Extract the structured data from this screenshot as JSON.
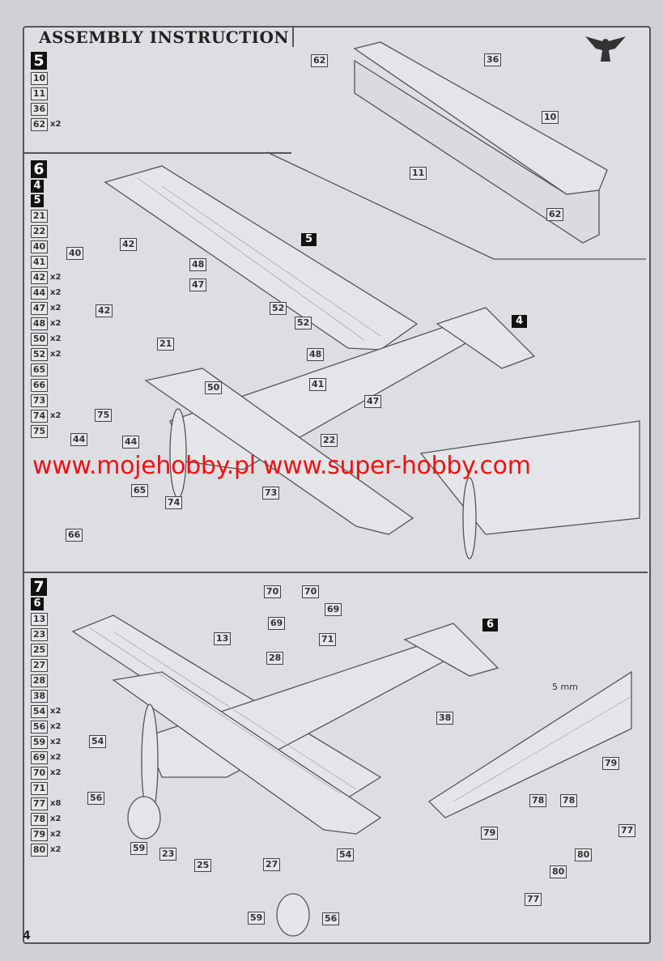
{
  "header": {
    "title": "ASSEMBLY INSTRUCTION",
    "page_number": "4"
  },
  "watermark": "www.mojehobby.pl www.super-hobby.com",
  "steps": [
    {
      "number": "5",
      "refs": [],
      "parts": [
        {
          "num": "10",
          "qty": ""
        },
        {
          "num": "11",
          "qty": ""
        },
        {
          "num": "36",
          "qty": ""
        },
        {
          "num": "62",
          "qty": "x2"
        }
      ],
      "callouts": [
        "62",
        "36",
        "10",
        "11",
        "62"
      ]
    },
    {
      "number": "6",
      "refs": [
        "4",
        "5"
      ],
      "parts": [
        {
          "num": "21",
          "qty": ""
        },
        {
          "num": "22",
          "qty": ""
        },
        {
          "num": "40",
          "qty": ""
        },
        {
          "num": "41",
          "qty": ""
        },
        {
          "num": "42",
          "qty": "x2"
        },
        {
          "num": "44",
          "qty": "x2"
        },
        {
          "num": "47",
          "qty": "x2"
        },
        {
          "num": "48",
          "qty": "x2"
        },
        {
          "num": "50",
          "qty": "x2"
        },
        {
          "num": "52",
          "qty": "x2"
        },
        {
          "num": "65",
          "qty": ""
        },
        {
          "num": "66",
          "qty": ""
        },
        {
          "num": "73",
          "qty": ""
        },
        {
          "num": "74",
          "qty": "x2"
        },
        {
          "num": "75",
          "qty": ""
        }
      ],
      "callouts": [
        "5",
        "4",
        "40",
        "42",
        "42",
        "48",
        "47",
        "52",
        "52",
        "48",
        "21",
        "50",
        "41",
        "47",
        "75",
        "44",
        "44",
        "22",
        "65",
        "73",
        "74",
        "66"
      ]
    },
    {
      "number": "7",
      "refs": [
        "6"
      ],
      "parts": [
        {
          "num": "13",
          "qty": ""
        },
        {
          "num": "23",
          "qty": ""
        },
        {
          "num": "25",
          "qty": ""
        },
        {
          "num": "27",
          "qty": ""
        },
        {
          "num": "28",
          "qty": ""
        },
        {
          "num": "38",
          "qty": ""
        },
        {
          "num": "54",
          "qty": "x2"
        },
        {
          "num": "56",
          "qty": "x2"
        },
        {
          "num": "59",
          "qty": "x2"
        },
        {
          "num": "69",
          "qty": "x2"
        },
        {
          "num": "70",
          "qty": "x2"
        },
        {
          "num": "71",
          "qty": ""
        },
        {
          "num": "77",
          "qty": "x8"
        },
        {
          "num": "78",
          "qty": "x2"
        },
        {
          "num": "79",
          "qty": "x2"
        },
        {
          "num": "80",
          "qty": "x2"
        }
      ],
      "callouts": [
        "70",
        "70",
        "69",
        "69",
        "71",
        "28",
        "13",
        "6",
        "38",
        "54",
        "56",
        "59",
        "23",
        "25",
        "27",
        "54",
        "59",
        "56",
        "79",
        "78",
        "78",
        "77",
        "79",
        "80",
        "80",
        "77",
        "5 mm"
      ]
    }
  ]
}
